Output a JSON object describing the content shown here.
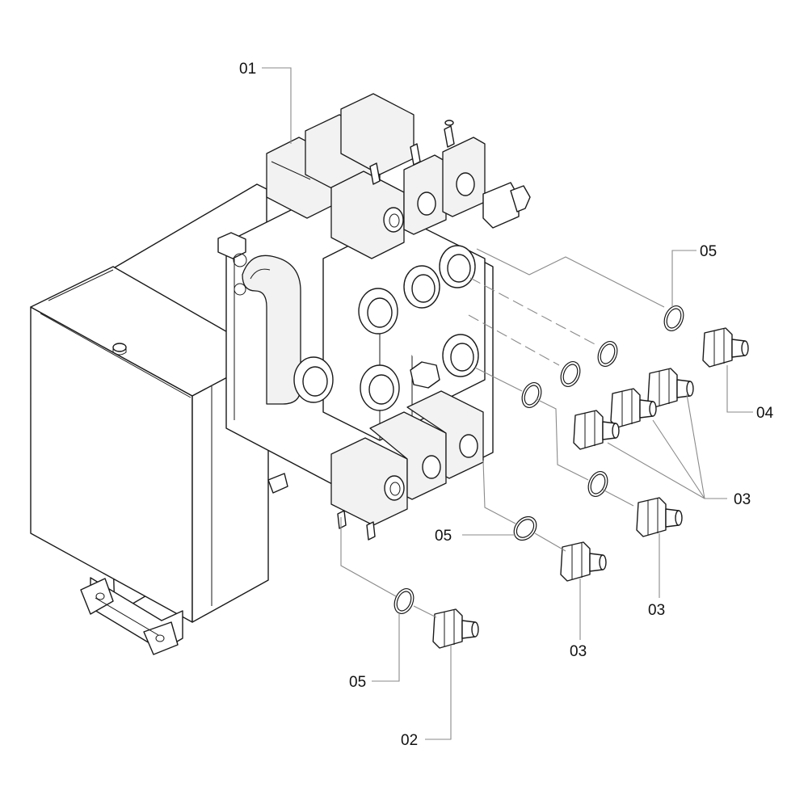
{
  "diagram": {
    "callouts": [
      {
        "id": "c01",
        "text": "01"
      },
      {
        "id": "c05a",
        "text": "05"
      },
      {
        "id": "c04",
        "text": "04"
      },
      {
        "id": "c03a",
        "text": "03"
      },
      {
        "id": "c05b",
        "text": "05"
      },
      {
        "id": "c03b",
        "text": "03"
      },
      {
        "id": "c03c",
        "text": "03"
      },
      {
        "id": "c05c",
        "text": "05"
      },
      {
        "id": "c02",
        "text": "02"
      }
    ]
  }
}
